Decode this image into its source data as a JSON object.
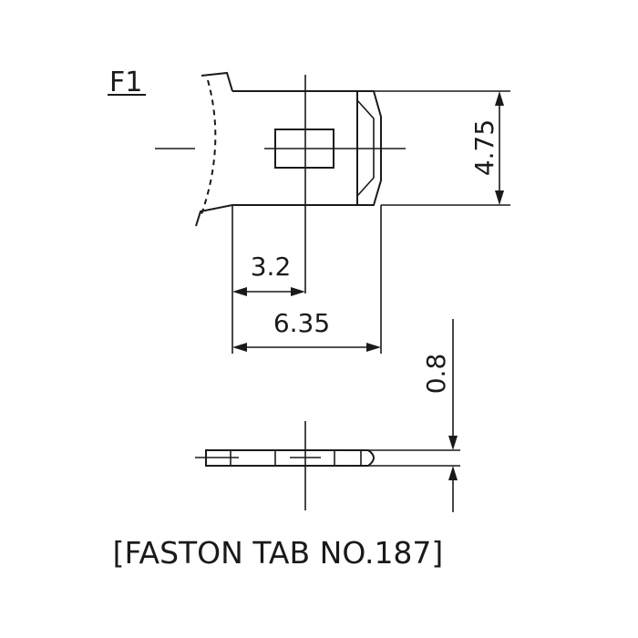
{
  "figure": {
    "label": "F1",
    "caption": "[FASTON TAB NO.187]"
  },
  "dimensions": {
    "width_half": "3.2",
    "width_full": "6.35",
    "height": "4.75",
    "thickness": "0.8"
  }
}
